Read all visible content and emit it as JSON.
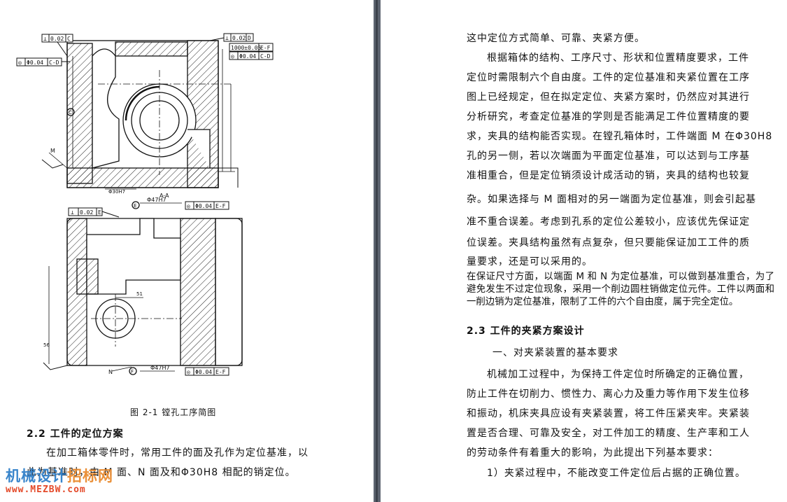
{
  "left_page": {
    "drawing": {
      "tolerance_frames": [
        {
          "symbol": "⊥",
          "value": "0.02",
          "datum": "C"
        },
        {
          "symbol": "◎",
          "value": "Φ0.04",
          "datum": "C-D"
        },
        {
          "symbol": "⊥",
          "value": "0.02",
          "datum": "D"
        },
        {
          "symbol": "",
          "value": "1000±0.05",
          "datum": "E-F"
        },
        {
          "symbol": "◎",
          "value": "Φ0.04",
          "datum": "C-D"
        },
        {
          "symbol": "⊥",
          "value": "0.02",
          "datum": "E"
        },
        {
          "symbol": "◎",
          "value": "Φ0.04",
          "datum": "E-F"
        },
        {
          "symbol": "◎",
          "value": "Φ0.04",
          "datum": "E-F"
        }
      ],
      "labels": {
        "section": "A-A",
        "dim_top": "Φ47H7",
        "dim_bottom": "Φ47H7",
        "dim_left_top": "Φ30H7",
        "dim_51": "51",
        "dim_56": "56",
        "datum_c": "C",
        "datum_e": "E",
        "datum_f": "F",
        "surface_m": "M",
        "surface_n": "N"
      }
    },
    "caption": "图 2-1 镗孔工序简图",
    "heading_2_2": "2.2 工件的定位方案",
    "para_lines": [
      "在加工箱体零件时，常用工件的面及孔作为定位基准，以",
      "此为基准时，由 M 面、N 面及和Φ30H8 相配的销定位。"
    ],
    "watermark": {
      "title_a": "机械设计",
      "title_b": "招标网",
      "url": "www.MEZBW.com"
    }
  },
  "right_page": {
    "lines": [
      "这中定位方式简单、可靠、夹紧方便。",
      "根据箱体的结构、工序尺寸、形状和位置精度要求，工件",
      "定位时需限制六个自由度。工件的定位基准和夹紧位置在工序",
      "图上已经规定，但在拟定定位、夹紧方案时，仍然应对其进行",
      "分析研究，考查定位基准的学则是否能满足工件位置精度的要",
      "求，夹具的结构能否实现。在镗孔箱体时，工件端面 M 在Φ30H8",
      "孔的另一侧，若以次端面为平面定位基准，可以达到与工序基",
      "准相重合，但是定位销须设计成活动的销，夹具的结构也较复",
      "杂。如果选择与 M 面相对的另一端面为定位基准，则会引起基",
      "准不重合误差。考虑到孔系的定位公差较小，应该优先保证定",
      "位误差。夹具结构虽然有点复杂，但只要能保证加工工件的质",
      "量要求，还是可以采用的。"
    ],
    "dense_para": "在保证尺寸方面，以端面 M 和 N 为定位基准，可以做到基准重合，为了避免发生不过定位现象，采用一个削边圆柱销做定位元件。工件以两面和一削边销为定位基准，限制了工件的六个自由度，属于完全定位。",
    "heading_2_3": "2.3 工件的夹紧方案设计",
    "sub_heading": "一、对夹紧装置的基本要求",
    "para2_lines": [
      "机械加工过程中，为保持工件定位时所确定的正确位置，",
      "防止工件在切削力、惯性力、离心力及重力等作用下发生位移",
      "和振动，机床夹具应设有夹紧装置，将工件压紧夹牢。夹紧装",
      "置是否合理、可靠及安全，对工件加工的精度、生产率和工人",
      "的劳动条件有着重大的影响，为此提出下列基本要求："
    ],
    "item1": "1）夹紧过程中，不能改变工件定位后占据的正确位置。"
  }
}
